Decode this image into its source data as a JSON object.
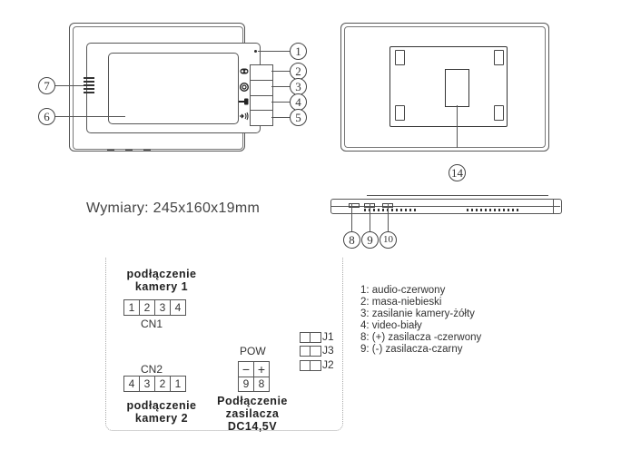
{
  "front_view": {
    "callouts": [
      {
        "num": "1",
        "label": "microphone"
      },
      {
        "num": "2",
        "label": "button-2"
      },
      {
        "num": "3",
        "label": "button-3"
      },
      {
        "num": "4",
        "label": "button-4"
      },
      {
        "num": "5",
        "label": "button-5"
      },
      {
        "num": "6",
        "label": "screen"
      },
      {
        "num": "7",
        "label": "speaker"
      }
    ],
    "button_icons": [
      "intercom-icon",
      "camera-icon",
      "unlock-key-icon",
      "monitor-call-icon"
    ]
  },
  "back_view": {
    "callouts": [
      {
        "num": "14",
        "label": "connector-panel"
      }
    ]
  },
  "side_view": {
    "callouts": [
      {
        "num": "8"
      },
      {
        "num": "9"
      },
      {
        "num": "10"
      }
    ]
  },
  "dimensions": {
    "text": "Wymiary: 245x160x19mm"
  },
  "wiring": {
    "cn1": {
      "title_line1": "podłączenie",
      "title_line2": "kamery 1",
      "pins": [
        "1",
        "2",
        "3",
        "4"
      ],
      "name": "CN1"
    },
    "cn2": {
      "name": "CN2",
      "pins": [
        "4",
        "3",
        "2",
        "1"
      ],
      "title_line1": "podłączenie",
      "title_line2": "kamery 2"
    },
    "pow": {
      "name": "POW",
      "symbols": [
        "−",
        "+"
      ],
      "pins": [
        "9",
        "8"
      ],
      "title_line1": "Podłączenie",
      "title_line2": "zasilacza",
      "title_line3": "DC14,5V"
    },
    "jumpers": [
      {
        "name": "J1"
      },
      {
        "name": "J3"
      },
      {
        "name": "J2"
      }
    ]
  },
  "legend": [
    "1: audio-czerwony",
    "2: masa-niebieski",
    "3: zasilanie kamery-żółty",
    "4: video-biały",
    "8: (+) zasilacza -czerwony",
    "9: (-) zasilacza-czarny"
  ]
}
